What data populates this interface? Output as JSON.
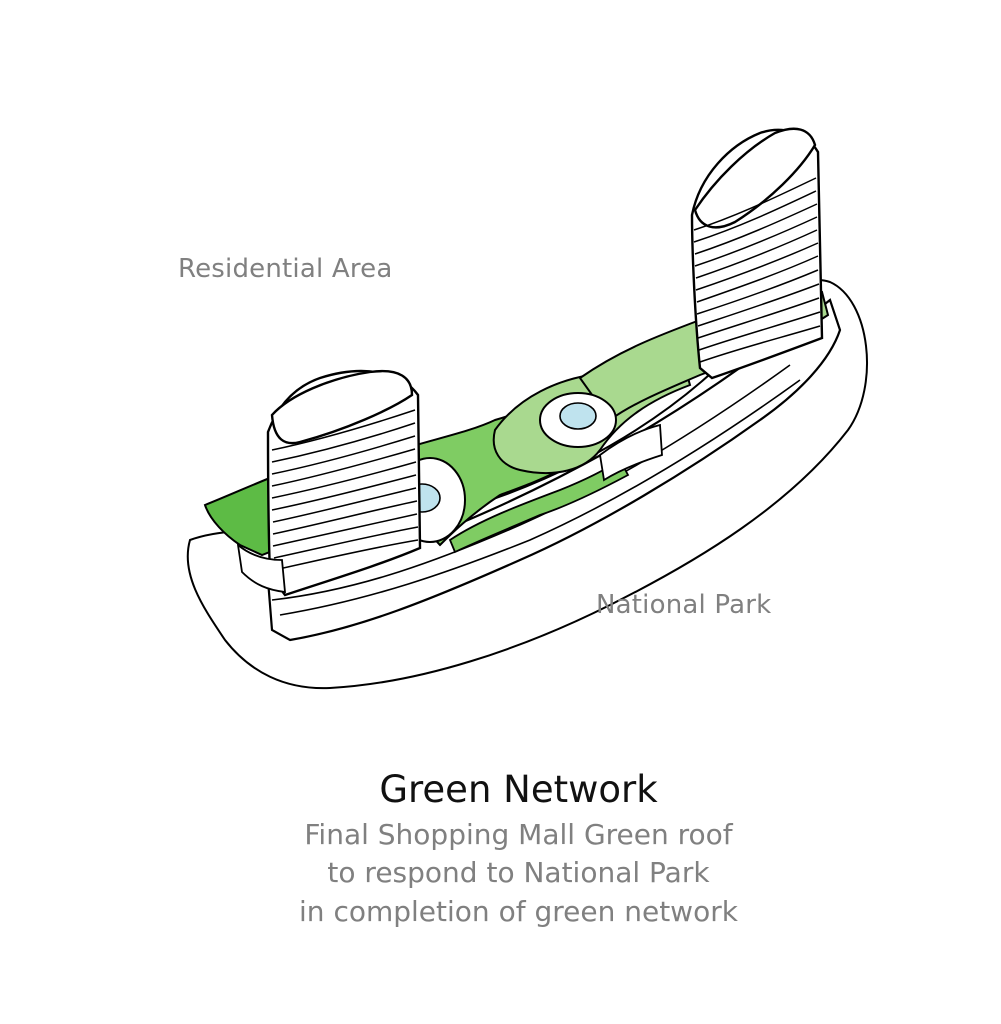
{
  "labels": {
    "residential": "Residential Area",
    "park": "National Park"
  },
  "caption": {
    "title": "Green Network",
    "lines": [
      "Final Shopping Mall Green roof",
      "to respond to National Park",
      "in completion of green network"
    ]
  },
  "colors": {
    "green_dark": "#5dbb45",
    "green_mid": "#7fcc63",
    "green_light": "#a9d98f",
    "water": "#bfe3ee",
    "outline": "#000000",
    "label_gray": "#808080"
  }
}
